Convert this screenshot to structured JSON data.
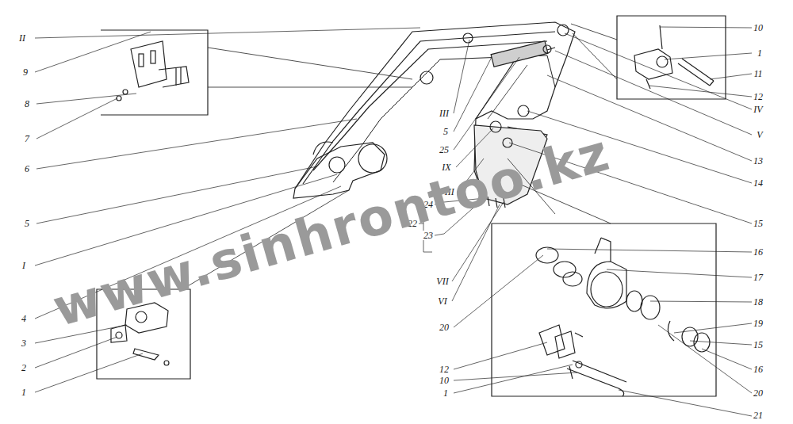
{
  "diagram": {
    "labels": [
      "II",
      "9",
      "8",
      "7",
      "6",
      "5",
      "I",
      "4",
      "3",
      "2",
      "1",
      "III",
      "5",
      "25",
      "IX",
      "VIII",
      "24",
      "22",
      "23",
      "VII",
      "VI",
      "20",
      "12",
      "10",
      "1",
      "10",
      "1",
      "11",
      "12",
      "IV",
      "V",
      "13",
      "14",
      "15",
      "16",
      "17",
      "18",
      "19",
      "15",
      "16",
      "20",
      "21",
      "www.sinhrontoo.kz"
    ]
  }
}
